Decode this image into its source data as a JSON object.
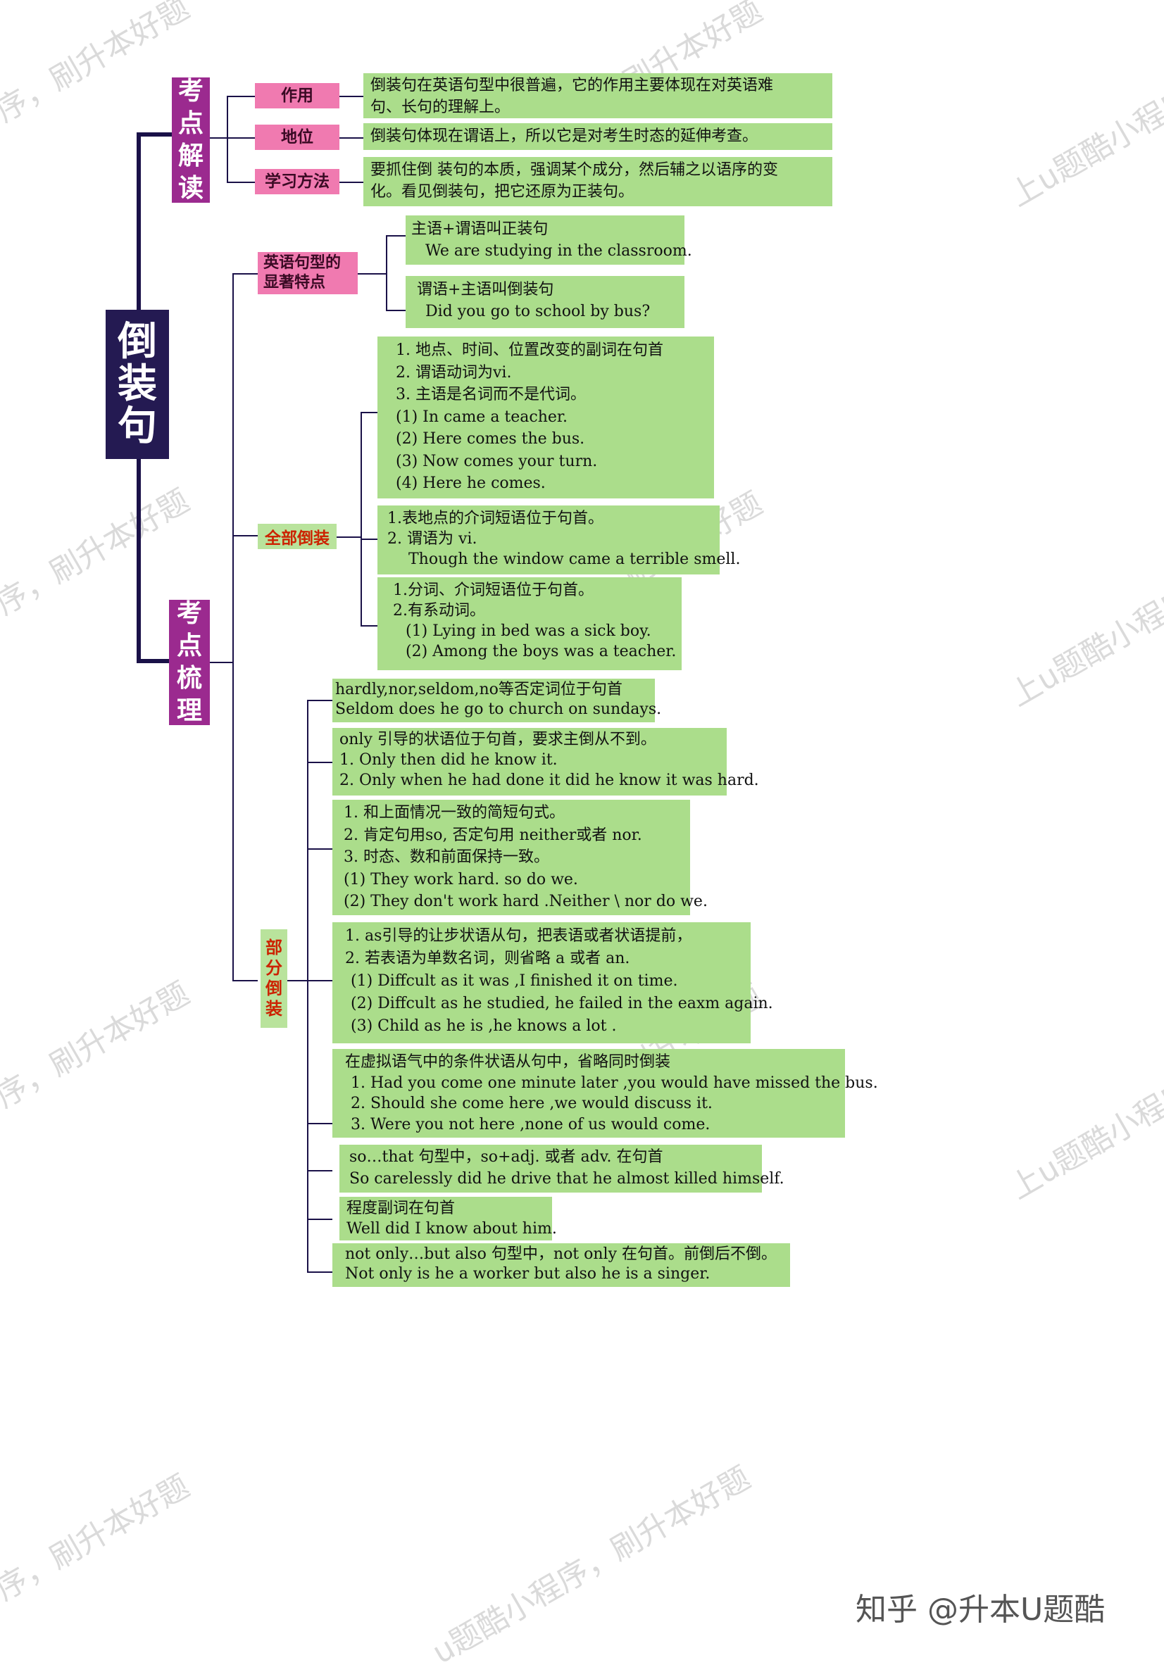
{
  "root": "倒装句",
  "top_section": {
    "title": "考点解读",
    "items": [
      {
        "label": "作用",
        "lines": [
          "倒装句在英语句型中很普遍，它的作用主要体现在对英语难",
          "句、长句的理解上。"
        ]
      },
      {
        "label": "地位",
        "lines": [
          "倒装句体现在谓语上，所以它是对考生时态的延伸考查。"
        ]
      },
      {
        "label": "学习方法",
        "lines": [
          "要抓住倒 装句的本质，强调某个成分，然后辅之以语序的变",
          "化。看见倒装句，把它还原为正装句。"
        ]
      }
    ]
  },
  "bottom_section": {
    "title": "考点梳理",
    "features": {
      "label_lines": [
        "英语句型的",
        "显著特点"
      ],
      "boxes": [
        {
          "lines": [
            "主语+谓语叫正装句",
            "We are studying in the classroom."
          ]
        },
        {
          "lines": [
            "谓语+主语叫倒装句",
            "Did you go to school by bus?"
          ]
        }
      ]
    },
    "full": {
      "label": "全部倒装",
      "boxes": [
        {
          "lines": [
            "1. 地点、时间、位置改变的副词在句首",
            "2. 谓语动词为vi.",
            "3. 主语是名词而不是代词。",
            "(1) In came a teacher.",
            "(2) Here comes the bus.",
            "(3) Now comes your turn.",
            "(4) Here he comes."
          ]
        },
        {
          "lines": [
            "1.表地点的介词短语位于句首。",
            "2. 谓语为 vi.",
            "Though the window came a terrible smell."
          ]
        },
        {
          "lines": [
            "1.分词、介词短语位于句首。",
            "2.有系动词。",
            "(1) Lying in bed was a sick boy.",
            "(2) Among the boys was a teacher."
          ]
        }
      ]
    },
    "partial": {
      "label_chars": [
        "部",
        "分",
        "倒",
        "装"
      ],
      "boxes": [
        {
          "lines": [
            "hardly,nor,seldom,no等否定词位于句首",
            "Seldom does he go to church on sundays."
          ]
        },
        {
          "lines": [
            "only 引导的状语位于句首，要求主倒从不到。",
            "1. Only then did he know it.",
            "2. Only when he had done it did he know it was hard."
          ]
        },
        {
          "lines": [
            "1. 和上面情况一致的简短句式。",
            "2. 肯定句用so, 否定句用 neither或者 nor.",
            "3. 时态、数和前面保持一致。",
            "(1) They work hard. so do we.",
            "(2) They don't work hard .Neither \\ nor do we."
          ]
        },
        {
          "lines": [
            "1. as引导的让步状语从句，把表语或者状语提前，",
            "2. 若表语为单数名词，则省略 a 或者 an.",
            "(1) Diffcult as it was ,I finished it on time.",
            "(2) Diffcult as he studied, he failed in the eaxm again.",
            "(3) Child as he is ,he knows a lot ."
          ]
        },
        {
          "lines": [
            "在虚拟语气中的条件状语从句中，省略同时倒装",
            "1.  Had you come one minute later ,you would have missed the bus.",
            "2.  Should she come here ,we would discuss it.",
            "3.  Were you not here ,none of  us would come."
          ]
        },
        {
          "lines": [
            "so…that 句型中，so+adj. 或者 adv. 在句首",
            "So carelessly did he drive that he almost killed himself."
          ]
        },
        {
          "lines": [
            "程度副词在句首",
            "Well did I know about him."
          ]
        },
        {
          "lines": [
            "not only…but also 句型中，not only 在句首。前倒后不倒。",
            "Not only is  he  a worker but also he is a singer."
          ]
        }
      ]
    }
  },
  "watermarks": [
    "序，刷升本好题",
    "刷升本好题",
    "上u题酷小程序",
    "上u题酷小程序",
    "u题酷小程序，刷升本好题"
  ],
  "footer": "知乎 @升本U题酷"
}
